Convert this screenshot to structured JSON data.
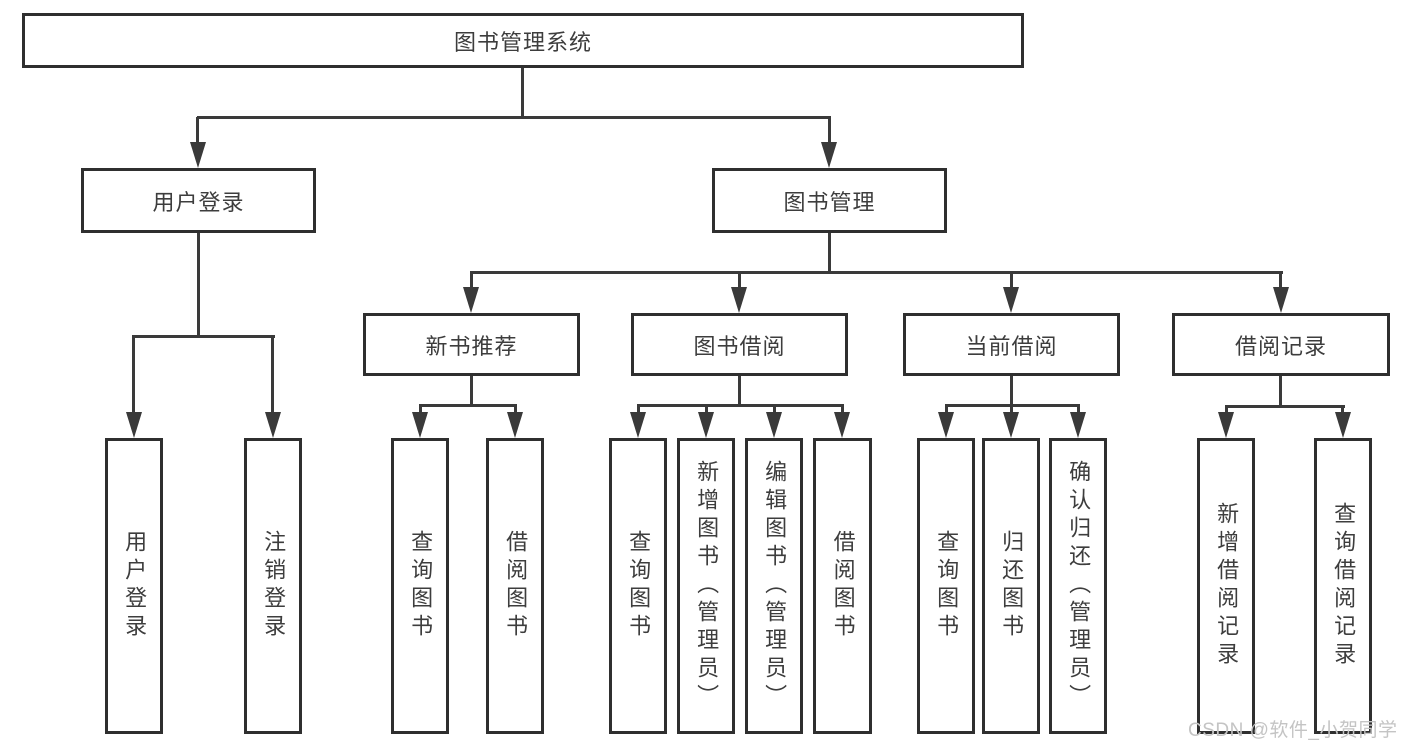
{
  "tree": {
    "root": {
      "label": "图书管理系统"
    },
    "branches": [
      {
        "label": "用户登录",
        "leaves": [
          {
            "label": "用户登录"
          },
          {
            "label": "注销登录"
          }
        ]
      },
      {
        "label": "图书管理",
        "children": [
          {
            "label": "新书推荐",
            "leaves": [
              {
                "label": "查询图书"
              },
              {
                "label": "借阅图书"
              }
            ]
          },
          {
            "label": "图书借阅",
            "leaves": [
              {
                "label": "查询图书"
              },
              {
                "label": "新增图书（管理员）"
              },
              {
                "label": "编辑图书（管理员）"
              },
              {
                "label": "借阅图书"
              }
            ]
          },
          {
            "label": "当前借阅",
            "leaves": [
              {
                "label": "查询图书"
              },
              {
                "label": "归还图书"
              },
              {
                "label": "确认归还（管理员）"
              }
            ]
          },
          {
            "label": "借阅记录",
            "leaves": [
              {
                "label": "新增借阅记录"
              },
              {
                "label": "查询借阅记录"
              }
            ]
          }
        ]
      }
    ]
  },
  "watermark": {
    "text": "CSDN @软件_小贺同学"
  },
  "colors": {
    "background": "#ffffff",
    "box_border": "#2f2f2f",
    "line": "#3a3a3a",
    "text": "#3d3d3d",
    "watermark": "#c4c4c4"
  }
}
